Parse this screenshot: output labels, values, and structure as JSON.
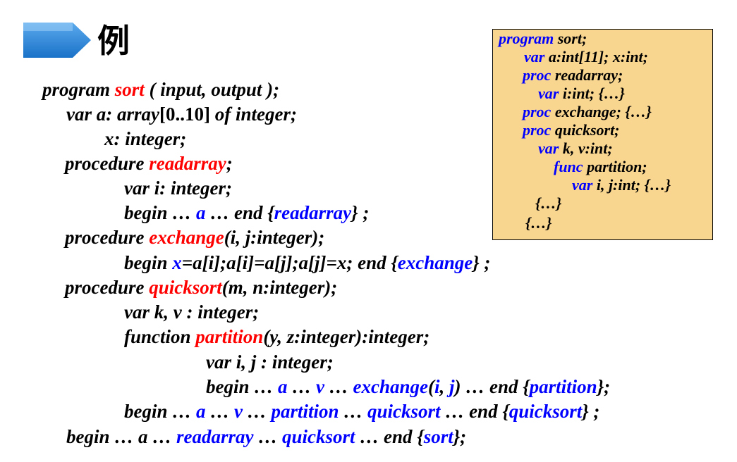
{
  "header": {
    "title": "例"
  },
  "colors": {
    "accent_blue": "#1f7fd0",
    "keyword": "#000000",
    "ident_red": "#ff0000",
    "ref_blue": "#0000ff",
    "box_bg": "#f9d68f"
  },
  "code": [
    [
      [
        "k",
        "program "
      ],
      [
        "r",
        "sort"
      ],
      [
        "k",
        " ( input, output );"
      ]
    ],
    [
      [
        "k",
        "var a: array"
      ],
      [
        "u",
        "[0..10]"
      ],
      [
        "k",
        " of integer;"
      ]
    ],
    [
      [
        "k",
        "x: integer;"
      ]
    ],
    [
      [
        "k",
        "procedure "
      ],
      [
        "r",
        "readarray"
      ],
      [
        "k",
        ";"
      ]
    ],
    [
      [
        "k",
        "var i: integer;"
      ]
    ],
    [
      [
        "k",
        "begin … "
      ],
      [
        "b",
        "a"
      ],
      [
        "k",
        " … end {"
      ],
      [
        "b",
        "readarray"
      ],
      [
        "k",
        "} ;"
      ]
    ],
    [
      [
        "k",
        "procedure "
      ],
      [
        "r",
        "exchange"
      ],
      [
        "k",
        "(i, j:integer);"
      ]
    ],
    [
      [
        "k",
        "begin "
      ],
      [
        "b",
        "x"
      ],
      [
        "k",
        "=a[i];a[i]=a[j];a[j]=x; end {"
      ],
      [
        "b",
        "exchange"
      ],
      [
        "k",
        "} ;"
      ]
    ],
    [
      [
        "k",
        "procedure "
      ],
      [
        "r",
        "quicksort"
      ],
      [
        "k",
        "(m, n:integer);"
      ]
    ],
    [
      [
        "k",
        "var k, v : integer;"
      ]
    ],
    [
      [
        "k",
        "function "
      ],
      [
        "r",
        "partition"
      ],
      [
        "k",
        "(y, z:integer):integer;"
      ]
    ],
    [
      [
        "k",
        "var i, j : integer;"
      ]
    ],
    [
      [
        "k",
        "begin … "
      ],
      [
        "b",
        "a"
      ],
      [
        "k",
        " … "
      ],
      [
        "b",
        "v"
      ],
      [
        "k",
        " … "
      ],
      [
        "b",
        "exchange"
      ],
      [
        "k",
        "("
      ],
      [
        "b",
        "i"
      ],
      [
        "k",
        ", "
      ],
      [
        "b",
        "j"
      ],
      [
        "k",
        ") … end {"
      ],
      [
        "b",
        "partition"
      ],
      [
        "k",
        "};"
      ]
    ],
    [
      [
        "k",
        "begin … "
      ],
      [
        "b",
        "a"
      ],
      [
        "k",
        " … "
      ],
      [
        "b",
        "v"
      ],
      [
        "k",
        " … "
      ],
      [
        "b",
        "partition"
      ],
      [
        "k",
        " … "
      ],
      [
        "b",
        "quicksort"
      ],
      [
        "k",
        " … end {"
      ],
      [
        "b",
        "quicksort"
      ],
      [
        "k",
        "} ;"
      ]
    ],
    [
      [
        "k",
        "begin … a … "
      ],
      [
        "b",
        "readarray"
      ],
      [
        "k",
        " … "
      ],
      [
        "b",
        "quicksort"
      ],
      [
        "k",
        " … end {"
      ],
      [
        "b",
        "sort"
      ],
      [
        "k",
        "};"
      ]
    ]
  ],
  "box": [
    [
      [
        "b",
        "program"
      ],
      [
        "k",
        " sort;"
      ]
    ],
    [
      [
        "b",
        "var"
      ],
      [
        "k",
        " a:int[11]; x:int;"
      ]
    ],
    [
      [
        "b",
        "proc"
      ],
      [
        "k",
        " readarray;"
      ]
    ],
    [
      [
        "b",
        "var"
      ],
      [
        "k",
        " i:int; {…}"
      ]
    ],
    [
      [
        "b",
        "proc"
      ],
      [
        "k",
        " exchange; {…}"
      ]
    ],
    [
      [
        "b",
        "proc"
      ],
      [
        "k",
        " quicksort;"
      ]
    ],
    [
      [
        "b",
        "var"
      ],
      [
        "k",
        " k, v:int;"
      ]
    ],
    [
      [
        "b",
        "func"
      ],
      [
        "k",
        " partition;"
      ]
    ],
    [
      [
        "b",
        "var"
      ],
      [
        "k",
        " i, j:int; {…}"
      ]
    ],
    [
      [
        "k",
        "{…}"
      ]
    ],
    [
      [
        "k",
        "{…}"
      ]
    ]
  ]
}
